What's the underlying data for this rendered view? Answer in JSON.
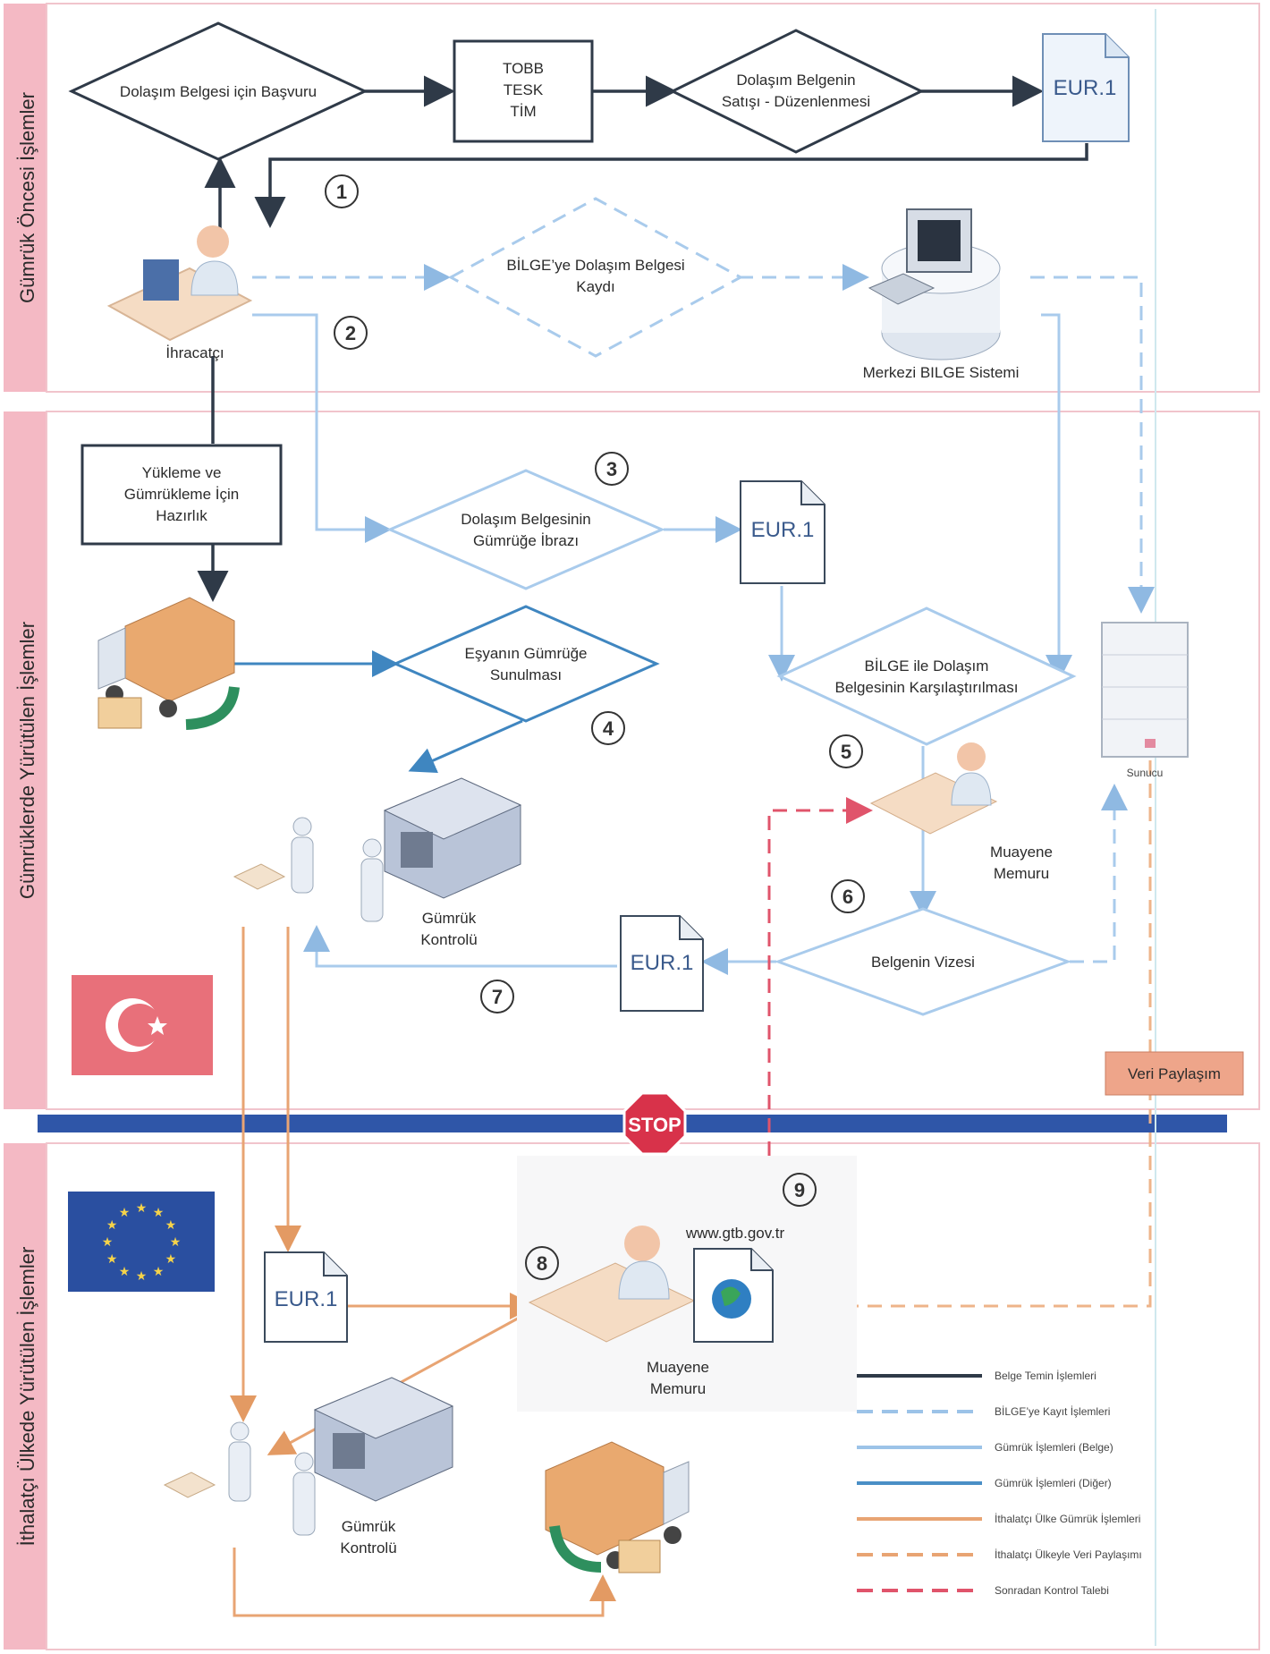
{
  "sections": {
    "top": "Gümrük Öncesi İşlemler",
    "middle": "Gümrüklerde Yürütülen İşlemler",
    "bottom": "İthalatçı Ülkede Yürütülen İşlemler"
  },
  "nodes": {
    "basvuru": "Dolaşım Belgesi için Başvuru",
    "tobb_1": "TOBB",
    "tobb_2": "TESK",
    "tobb_3": "TİM",
    "satis_1": "Dolaşım Belgenin",
    "satis_2": "Satışı - Düzenlenmesi",
    "eur": "EUR.1",
    "ihracatci": "İhracatçı",
    "bilge_kayit_1": "BİLGE’ye Dolaşım Belgesi",
    "bilge_kayit_2": "Kaydı",
    "merkezi": "Merkezi BILGE Sistemi",
    "yukleme_1": "Yükleme ve",
    "yukleme_2": "Gümrükleme İçin",
    "yukleme_3": "Hazırlık",
    "ibraz_1": "Dolaşım Belgesinin",
    "ibraz_2": "Gümrüğe İbrazı",
    "sunulmasi_1": "Eşyanın Gümrüğe",
    "sunulmasi_2": "Sunulması",
    "karsilastirma_1": "BİLGE ile Dolaşım",
    "karsilastirma_2": "Belgesinin Karşılaştırılması",
    "muayene_1": "Muayene",
    "muayene_2": "Memuru",
    "sunucu": "Sunucu",
    "kontrol_1": "Gümrük",
    "kontrol_2": "Kontrolü",
    "vize": "Belgenin Vizesi",
    "veri_paylasim": "Veri Paylaşım",
    "stop": "STOP",
    "website": "www.gtb.gov.tr"
  },
  "step_numbers": [
    "1",
    "2",
    "3",
    "4",
    "5",
    "6",
    "7",
    "8",
    "9"
  ],
  "legend": [
    {
      "label": "Belge Temin İşlemleri",
      "color": "#2f3a48",
      "dash": "none"
    },
    {
      "label": "BİLGE’ye Kayıt İşlemleri",
      "color": "#9cc3e8",
      "dash": "18 10"
    },
    {
      "label": "Gümrük İşlemleri (Belge)",
      "color": "#9cc3e8",
      "dash": "none"
    },
    {
      "label": "Gümrük İşlemleri (Diğer)",
      "color": "#4a8fc6",
      "dash": "none"
    },
    {
      "label": "İthalatçı Ülke Gümrük İşlemleri",
      "color": "#e8a473",
      "dash": "none"
    },
    {
      "label": "İthalatçı Ülkeyle Veri Paylaşımı",
      "color": "#e8a473",
      "dash": "18 10"
    },
    {
      "label": "Sonradan Kontrol Talebi",
      "color": "#e0546b",
      "dash": "18 10"
    }
  ],
  "colors": {
    "dark": "#2f3a48",
    "lightblue": "#9cc3e8",
    "blue": "#4a8fc6",
    "orange": "#e8a473",
    "red": "#e0546b",
    "band_pink": "#f4b9c4"
  }
}
